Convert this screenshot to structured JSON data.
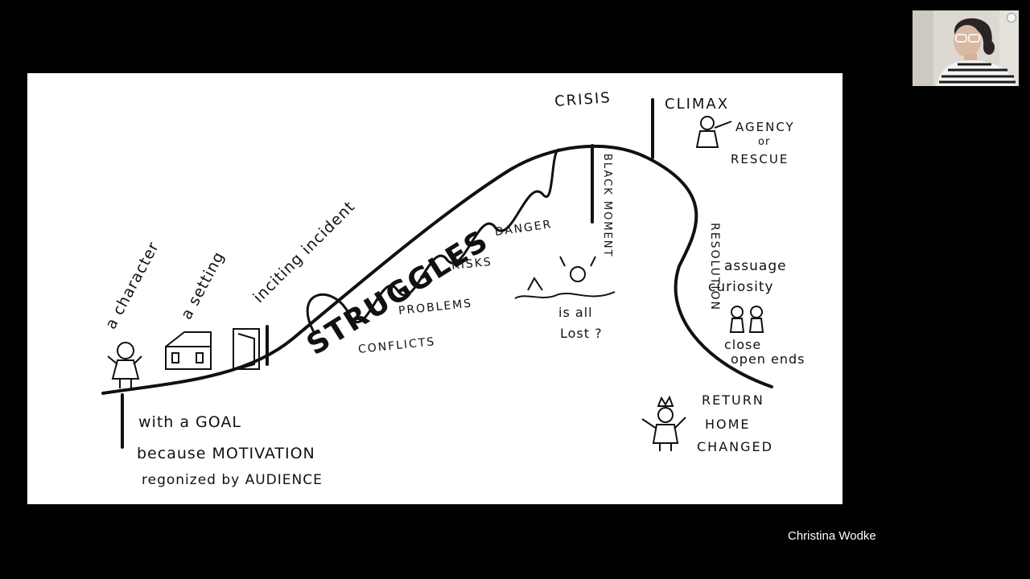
{
  "slide": {
    "labels": {
      "a_character": "a character",
      "a_setting": "a setting",
      "inciting_incident": "inciting incident",
      "struggles": "STRUGGLES",
      "danger": "DANGER",
      "risks": "RISKS",
      "problems": "PROBLEMS",
      "conflicts": "CONFLICTS",
      "crisis": "CRISIS",
      "climax": "CLIMAX",
      "agency": "AGENCY",
      "or": "or",
      "rescue": "RESCUE",
      "black_moment": "BLACK MOMENT",
      "is_all": "is all",
      "lost": "Lost ?",
      "resolution": "RESOLUTION",
      "assuage": "assuage",
      "curiosity": "curiosity",
      "close": "close",
      "open_ends": "open ends",
      "return": "RETURN",
      "home": "HOME",
      "changed": "CHANGED",
      "goal_line": "with a GOAL",
      "motivation_line": "because MOTIVATION",
      "audience_line": "regonized by AUDIENCE"
    }
  },
  "video": {
    "speaker_name": "Christina Wodke"
  }
}
